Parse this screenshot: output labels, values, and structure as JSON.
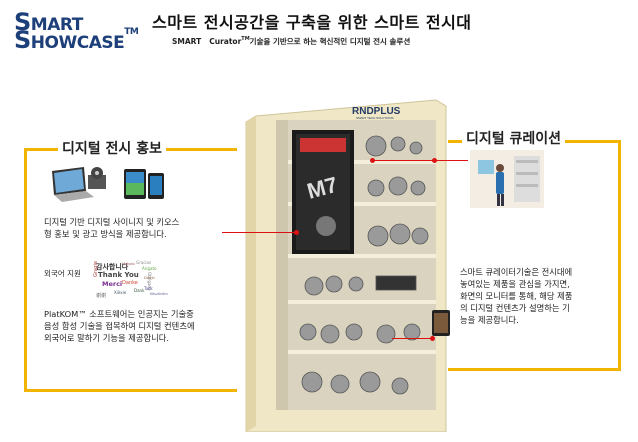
{
  "logo": {
    "line1_big": "S",
    "line1_rest": "MART",
    "line2_big": "S",
    "line2_rest": "HOWCASE",
    "tm": "TM"
  },
  "header": {
    "title": "스마트 전시공간을 구축을 위한 스마트 전시대",
    "subtitle_brand": "SMART",
    "subtitle_curator": "Curator",
    "subtitle_tm": "TM",
    "subtitle_rest": "기술을 기반으로 하는 혁신적인 디지털 전시 솔루션"
  },
  "left_panel": {
    "heading": "디지털 전시 홍보",
    "desc_lines": [
      "디지털 기반 디지털 사이니지 및 키오스",
      "형 홍보 및 광고 방식을 제공합니다."
    ],
    "foreign_label": "외국어 지원",
    "cloud_words": [
      "감사합니다",
      "Thank You",
      "Merci",
      "Danke",
      "Gracias",
      "Obrigado",
      "Grazie",
      "Tack",
      "Dank",
      "Arigato",
      "Dzięki",
      "Xièxie",
      "Mahalo",
      "Köszönöm",
      "谢谢"
    ],
    "platkom_lines": [
      "PlatKOM™ 소프트웨어는 인공지는 기술중",
      "음성 합성 기술을 접목하여 디지털 컨텐츠에",
      "외국어로 말하기 기능을 제공합니다."
    ]
  },
  "right_panel": {
    "heading": "디지털 큐레이션",
    "desc_lines": [
      "스마트 큐레이터기술은 전시대에",
      "놓여있는 제품을 관심을 가지면,",
      "화면의 모니터를 통해, 해당 제품",
      "의 디지털 컨텐츠가 설명하는 기",
      "능을 제공합니다."
    ]
  },
  "cabinet": {
    "brand": "RNDPLUS",
    "brand_sub": "SMART TECH SOLUTIONS",
    "screen_text": "M7"
  },
  "colors": {
    "accent": "#f2b400",
    "brand_blue": "#1d3f7a",
    "connector": "#dd1111",
    "cabinet": "#efe7c5"
  }
}
